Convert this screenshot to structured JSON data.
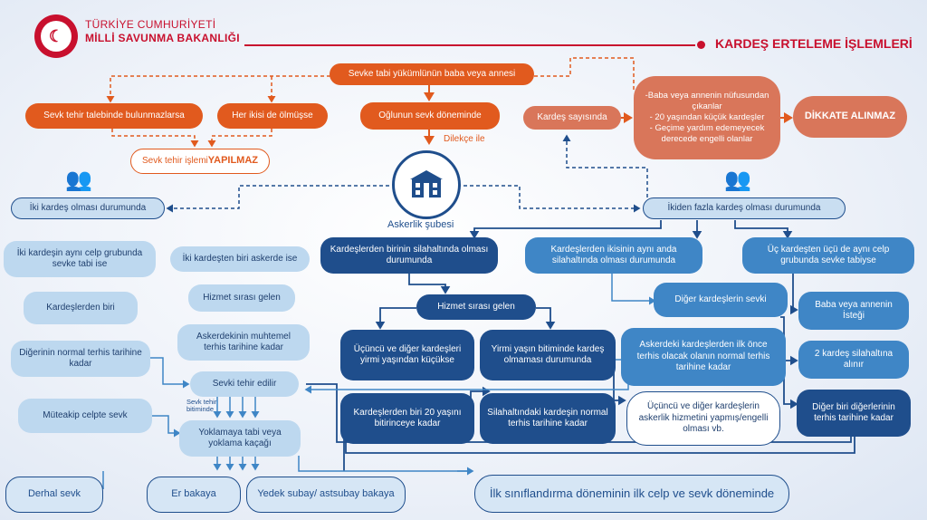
{
  "header": {
    "org_line1": "TÜRKİYE CUMHURİYETİ",
    "org_line2": "MİLLİ SAVUNMA BAKANLIĞI",
    "title": "KARDEŞ ERTELEME İŞLEMLERİ"
  },
  "colors": {
    "orange": "#e15a1e",
    "navy": "#1f4e8c",
    "blue": "#3f86c6",
    "light_blue": "#bdd8ef",
    "red": "#c8102e"
  },
  "icons": {
    "logo": "ministry-logo-icon",
    "people_two": "two-people-icon",
    "people_three": "group-people-icon",
    "building": "school-building-icon"
  },
  "top": {
    "root": "Sevke tabi yükümlünün  baba veya annesi",
    "not_found": "Sevk tehir talebinde bulunmazlarsa",
    "both_dead": "Her ikisi de ölmüşse",
    "son_period": "Oğlunun sevk döneminde",
    "petition": "Dilekçe ile",
    "not_done_prefix": "Sevk tehir işlemi ",
    "not_done_bold": "YAPILMAZ",
    "sibling_count": "Kardeş sayısında",
    "conditions": "-Baba veya annenin nüfusundan çıkanlar\n- 20 yaşından küçük kardeşler\n- Geçime yardım edemeyecek derecede engelli olanlar",
    "considered": "DİKKATE ALINMAZ"
  },
  "center": {
    "office": "Askerlik şubesi",
    "two_siblings": "İki kardeş olması durumunda",
    "more_siblings": "İkiden fazla kardeş olması durumunda"
  },
  "left_col": {
    "same_group": "İki kardeşin aynı celp grubunda sevke tabi ise",
    "one_of": "Kardeşlerden biri",
    "other_normal": "Diğerinin normal terhis tarihine kadar",
    "next_call": "Müteakip celpte sevk"
  },
  "mid_col": {
    "one_in_army": "İki kardeşten biri  askerde ise",
    "duty_next": "Hizmet sırası gelen",
    "until_discharge": "Askerdekinin muhtemel terhis tarihine kadar",
    "deferred": "Sevki tehir edilir",
    "deferral_label": "Sevk tehir bitiminde",
    "absent": "Yoklamaya tabi veya yoklama kaçağı"
  },
  "armed": {
    "one_armed": "Kardeşlerden birinin silahaltında olması durumunda",
    "duty_next": "Hizmet sırası gelen",
    "third_younger": "Üçüncü ve diğer kardeşleri yirmi yaşından küçükse",
    "not_twenty": "Yirmi yaşın bitiminde kardeş olmaması durumunda",
    "until_twenty": "Kardeşlerden biri 20 yaşını bitirinceye kadar",
    "armed_normal": "Silahaltındaki kardeşin normal terhis tarihine kadar"
  },
  "two_armed": {
    "two_armed": "Kardeşlerden ikisinin aynı anda silahaltında olması durumunda",
    "other_sent": "Diğer kardeşlerin sevki",
    "first_discharge": "Askerdeki kardeşlerden ilk önce terhis olacak olanın normal terhis tarihine kadar",
    "third_done": "Üçüncü ve diğer kardeşlerin askerlik hizmetini yapmış/engelli olması vb."
  },
  "three": {
    "three_same": "Üç kardeşten üçü de aynı celp grubunda sevke tabiyse",
    "parent_request": "Baba veya annenin İsteği",
    "two_armed": "2 kardeş silahaltına alınır",
    "other_until": "Diğer biri diğerlerinin terhis tarihine kadar"
  },
  "bottom": {
    "immediate": "Derhal sevk",
    "private": "Er bakaya",
    "reserve": "Yedek subay/ astsubay bakaya",
    "first_call": "İlk sınıflandırma döneminin ilk celp ve sevk döneminde"
  }
}
